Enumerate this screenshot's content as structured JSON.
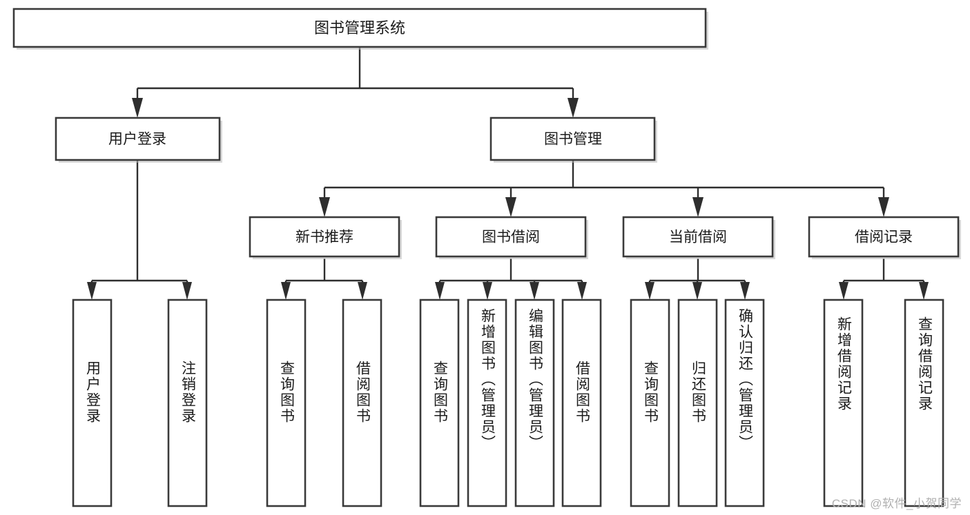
{
  "diagram": {
    "type": "tree",
    "title": "图书管理系统",
    "root": {
      "label": "图书管理系统",
      "children": [
        {
          "label": "用户登录",
          "children": [
            {
              "label": "用户登录",
              "orientation": "vertical"
            },
            {
              "label": "注销登录",
              "orientation": "vertical"
            }
          ]
        },
        {
          "label": "图书管理",
          "children": [
            {
              "label": "新书推荐",
              "children": [
                {
                  "label": "查询图书",
                  "orientation": "vertical"
                },
                {
                  "label": "借阅图书",
                  "orientation": "vertical"
                }
              ]
            },
            {
              "label": "图书借阅",
              "children": [
                {
                  "label": "查询图书",
                  "orientation": "vertical"
                },
                {
                  "label": "新增图书（管理员）",
                  "orientation": "vertical"
                },
                {
                  "label": "编辑图书（管理员）",
                  "orientation": "vertical"
                },
                {
                  "label": "借阅图书",
                  "orientation": "vertical"
                }
              ]
            },
            {
              "label": "当前借阅",
              "children": [
                {
                  "label": "查询图书",
                  "orientation": "vertical"
                },
                {
                  "label": "归还图书",
                  "orientation": "vertical"
                },
                {
                  "label": "确认归还（管理员）",
                  "orientation": "vertical"
                }
              ]
            },
            {
              "label": "借阅记录",
              "children": [
                {
                  "label": "新增借阅记录",
                  "orientation": "vertical"
                },
                {
                  "label": "查询借阅记录",
                  "orientation": "vertical"
                }
              ]
            }
          ]
        }
      ]
    }
  },
  "nodes": {
    "root": {
      "label": "图书管理系统"
    },
    "l1": [
      {
        "label": "用户登录"
      },
      {
        "label": "图书管理"
      }
    ],
    "l2": [
      {
        "label": "新书推荐"
      },
      {
        "label": "图书借阅"
      },
      {
        "label": "当前借阅"
      },
      {
        "label": "借阅记录"
      }
    ],
    "leaves": [
      {
        "label": "用户登录"
      },
      {
        "label": "注销登录"
      },
      {
        "label": "查询图书"
      },
      {
        "label": "借阅图书"
      },
      {
        "label": "查询图书"
      },
      {
        "label": "新增图书（管理员）"
      },
      {
        "label": "编辑图书（管理员）"
      },
      {
        "label": "借阅图书"
      },
      {
        "label": "查询图书"
      },
      {
        "label": "归还图书"
      },
      {
        "label": "确认归还（管理员）"
      },
      {
        "label": "新增借阅记录"
      },
      {
        "label": "查询借阅记录"
      }
    ]
  },
  "watermark": {
    "text": "CSDN @软件_小贺同学"
  },
  "colors": {
    "background": "#ffffff",
    "box_fill": "#ffffff",
    "box_stroke": "#3a3a3a",
    "connector": "#2e2e2e",
    "text": "#1b1b1b",
    "watermark": "#b0b0b0",
    "shadow": "#b9b9b9"
  }
}
